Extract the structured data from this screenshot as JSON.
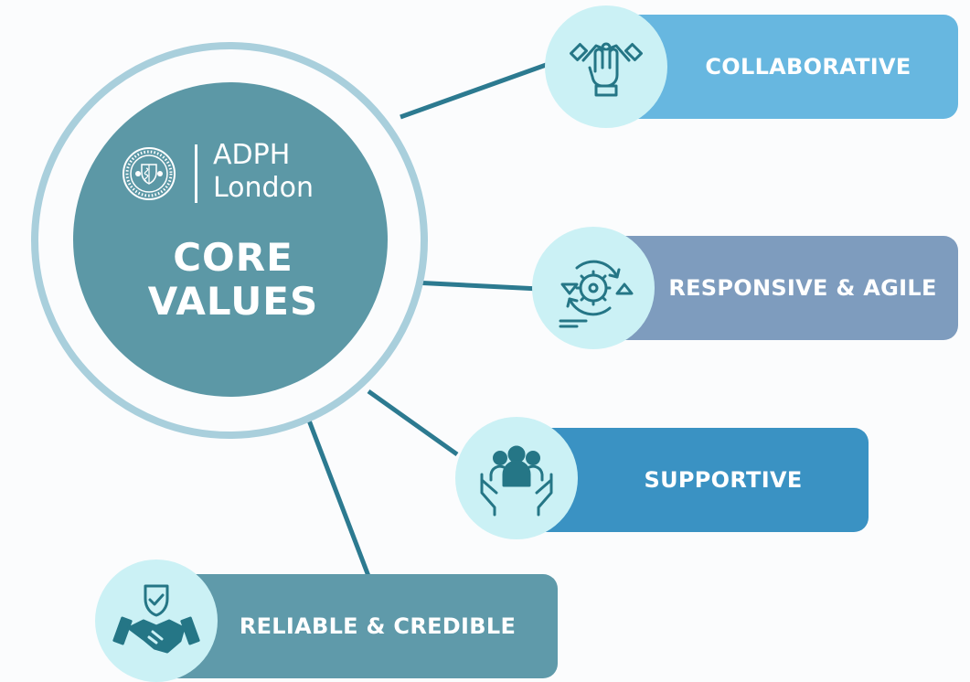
{
  "logo": {
    "line1": "ADPH",
    "line2": "London",
    "seal_icon": "adph-seal-icon"
  },
  "center": {
    "line1": "CORE",
    "line2": "VALUES"
  },
  "values": [
    {
      "label": "COLLABORATIVE",
      "icon": "hands-together-icon",
      "color": "#67b7e0"
    },
    {
      "label": "RESPONSIVE & AGILE",
      "icon": "cycle-gear-icon",
      "color": "#7e9cbe"
    },
    {
      "label": "SUPPORTIVE",
      "icon": "people-in-hands-icon",
      "color": "#3a92c3"
    },
    {
      "label": "RELIABLE & CREDIBLE",
      "icon": "shield-handshake-icon",
      "color": "#5f9aaa"
    }
  ],
  "colors": {
    "background": "#fbfcfd",
    "ring": "#a9cfdc",
    "center": "#5c98a6",
    "connector": "#2c7a90",
    "icon_disc": "#cbf1f5",
    "icon_stroke": "#257686"
  }
}
